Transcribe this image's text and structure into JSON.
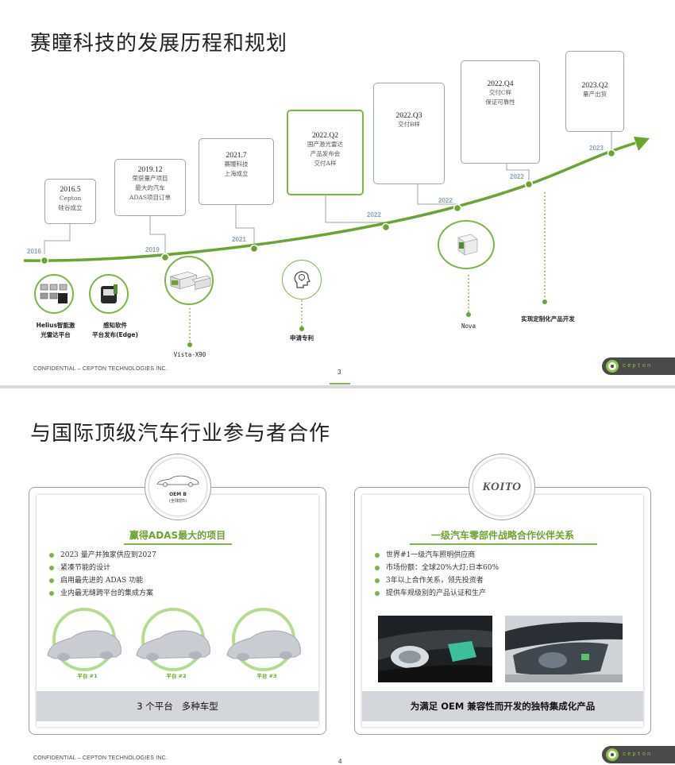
{
  "slide1": {
    "title": "赛瞳科技的发展历程和规划",
    "milestones": [
      {
        "date": "2016.5",
        "desc": "Cepton\n硅谷成立"
      },
      {
        "date": "2019.12",
        "desc": "荣获量产项目\n最大的汽车\nADAS项目订单"
      },
      {
        "date": "2021.7",
        "desc": "赛瞳科技\n上海成立"
      },
      {
        "date": "2022.Q2",
        "desc": "国产激光雷达\n产品发布会\n交付A样"
      },
      {
        "date": "2022.Q3",
        "desc": "交付B样"
      },
      {
        "date": "2022.Q4",
        "desc": "交付C样\n保证可靠性"
      },
      {
        "date": "2023.Q2",
        "desc": "量产出货"
      }
    ],
    "years": [
      "2016",
      "2019",
      "2021",
      "2022",
      "2022",
      "2022",
      "2023"
    ],
    "products": [
      {
        "label": "Helius智能激\n光雷达平台"
      },
      {
        "label": "感知软件\n平台发布(Edge)"
      },
      {
        "label": "Vista-X90"
      },
      {
        "label": "申请专利"
      },
      {
        "label": "Nova"
      },
      {
        "label": "实现定制化产品开发"
      }
    ],
    "footer": "CONFIDENTIAL – CEPTON TECHNOLOGIES INC.",
    "page_number": "3"
  },
  "slide2": {
    "title": "与国际顶级汽车行业参与者合作",
    "left_card": {
      "badge_title": "OEM B",
      "badge_sub": "(全球前5)",
      "heading": "赢得ADAS最大的项目",
      "bullets": [
        "2023 量产并独家供应到2027",
        "紧凑节能的设计",
        "启用最先进的 ADAS 功能",
        "业内最无缝跨平台的集成方案"
      ],
      "platforms": [
        "平台 #1",
        "平台 #2",
        "平台 #3"
      ],
      "band": "3 个平台   多种车型"
    },
    "right_card": {
      "badge_logo": "KOITO",
      "heading": "一级汽车零部件战略合作伙伴关系",
      "bullets": [
        "世界#1一级汽车照明供应商",
        "市场份额：全球20%大灯;日本60%",
        "3年以上合作关系，领先投资者",
        "提供车规级别的产品认证和生产"
      ],
      "band": "为满足 OEM 兼容性而开发的独特集成化产品"
    },
    "footer": "CONFIDENTIAL – CEPTON TECHNOLOGIES INC.",
    "page_number": "4"
  },
  "logo_text": "cepton",
  "colors": {
    "accent": "#7ab648",
    "callout_border": "#9aa5ad",
    "year_text": "#8aa3b8",
    "band": "#d3d7dc"
  }
}
